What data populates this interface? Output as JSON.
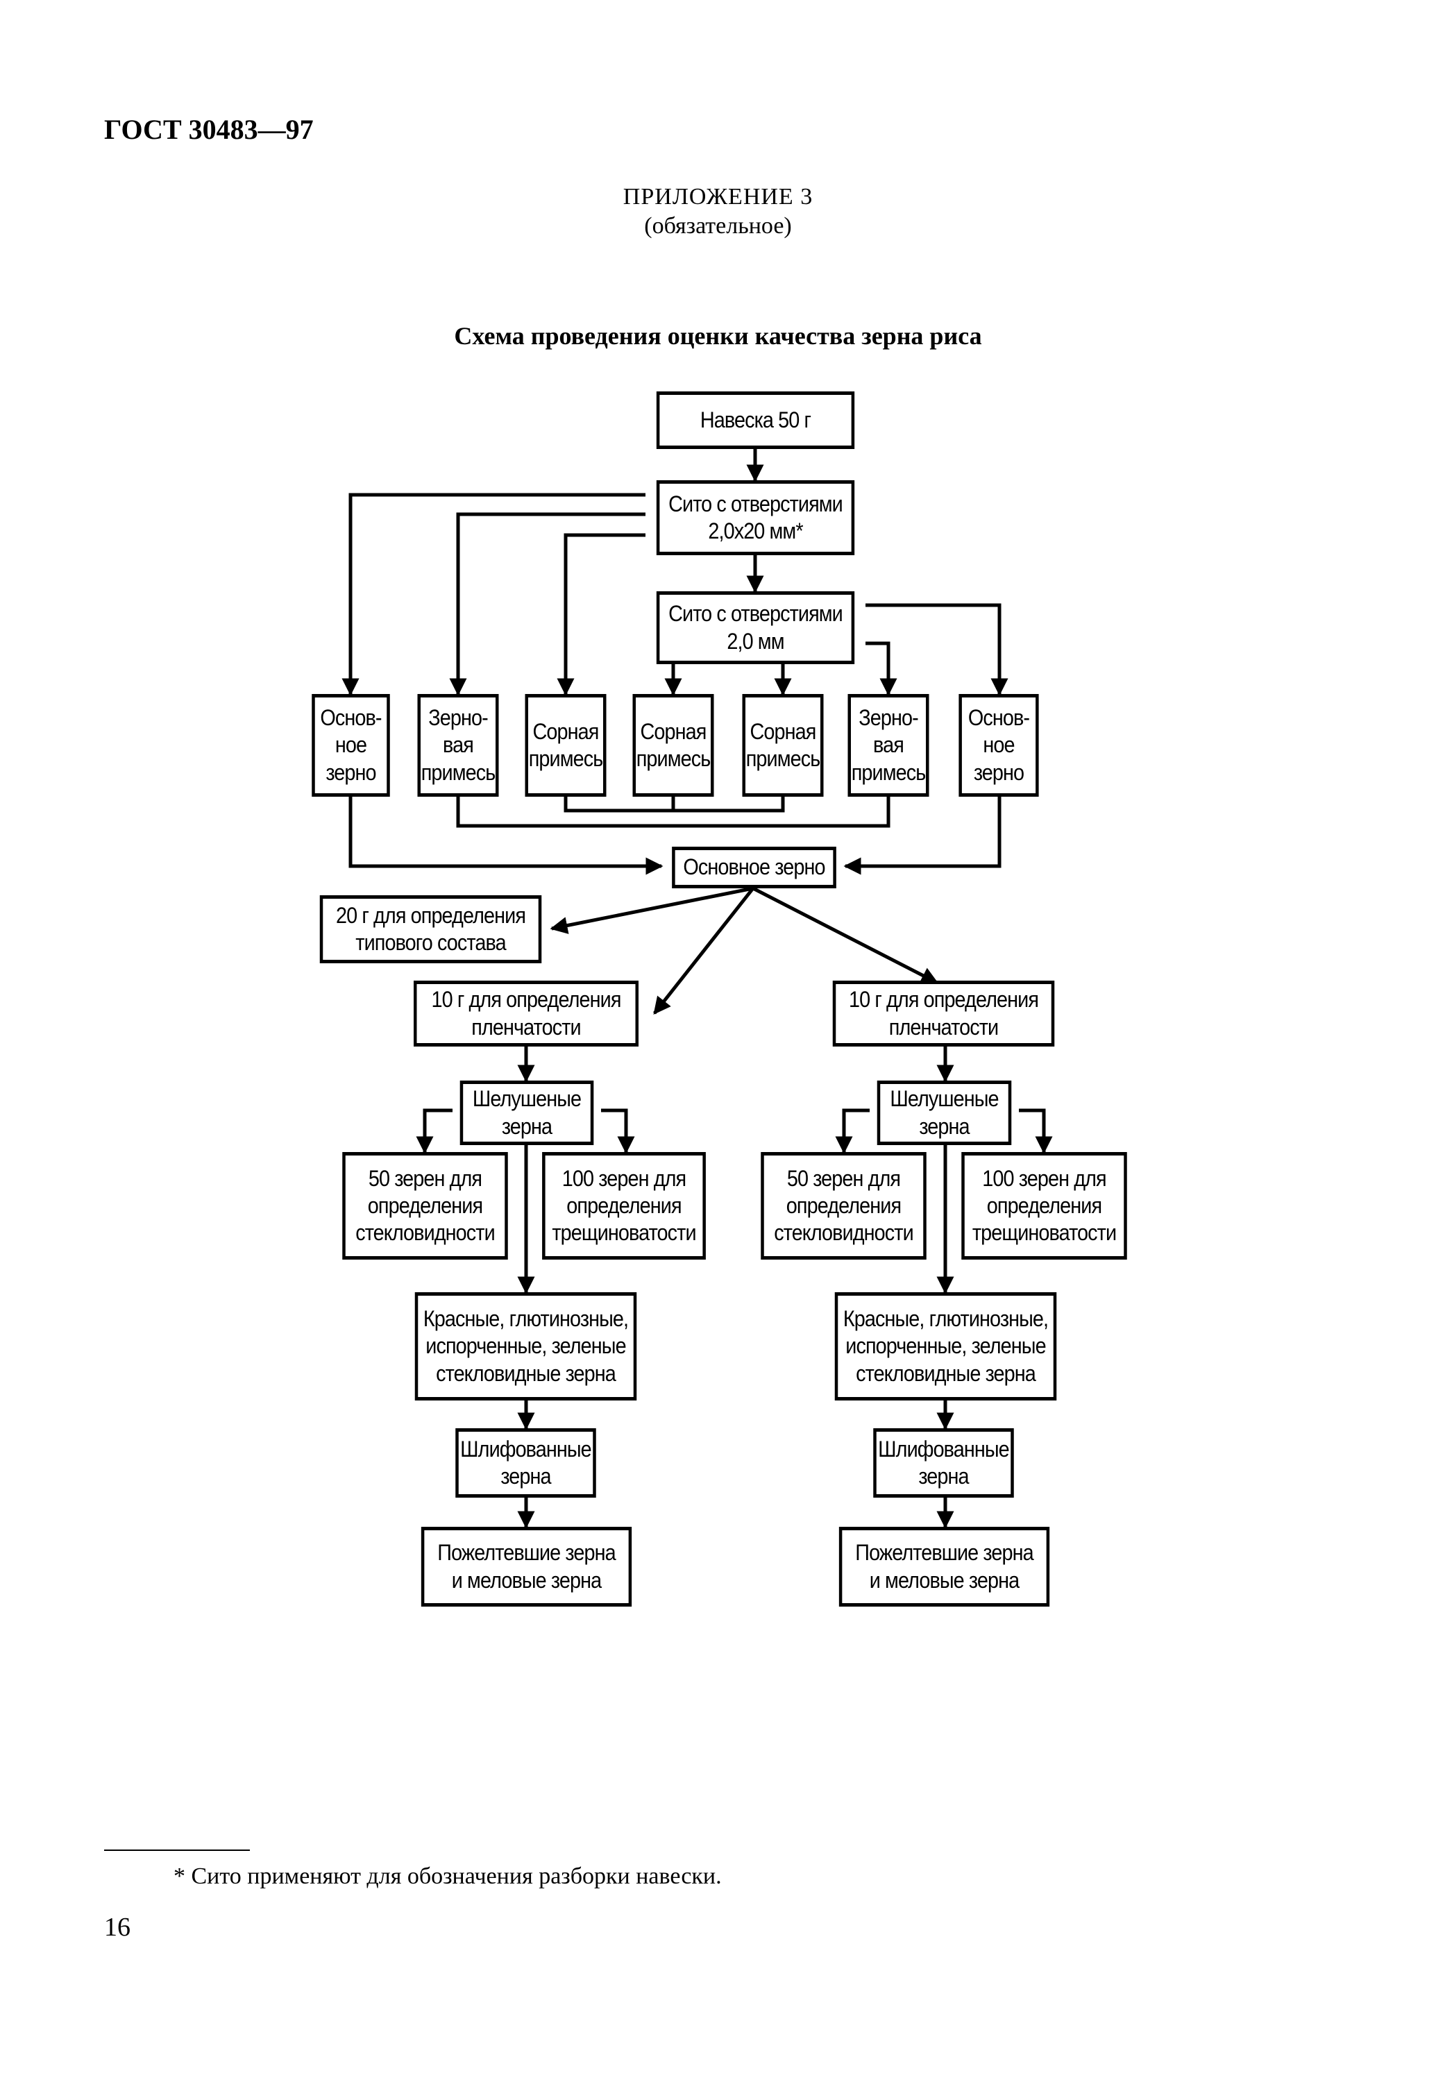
{
  "header": {
    "doc_code": "ГОСТ 30483—97",
    "appendix_title": "ПРИЛОЖЕНИЕ 3",
    "appendix_note": "(обязательное)",
    "scheme_title": "Схема проведения оценки качества зерна риса"
  },
  "scheme": {
    "sample": "Навеска 50 г",
    "sieve_1": "Сито с отверстиями\n2,0х20 мм*",
    "sieve_2": "Сито с отверстиями\n2,0 мм",
    "fractions": [
      "Основ-\nное\nзерно",
      "Зерно-\nвая\nпримесь",
      "Сорная\nпримесь",
      "Сорная\nпримесь",
      "Сорная\nпримесь",
      "Зерно-\nвая\nпримесь",
      "Основ-\nное\nзерно"
    ],
    "main_grain": "Основное зерно",
    "type_composition": "20 г для определения\nтипового состава",
    "branches": [
      {
        "filminess": "10 г для определения\nпленчатости",
        "hulled": "Шелушеные\nзерна",
        "vitreousness": "50 зерен для\nопределения\nстекловидности",
        "fissuring": "100 зерен для\nопределения\nтрещиноватости",
        "defects": "Красные, глютинозные,\nиспорченные, зеленые\nстекловидные зерна",
        "polished": "Шлифованные\nзерна",
        "yellowed": "Пожелтевшие зерна\nи меловые зерна"
      },
      {
        "filminess": "10 г для определения\nпленчатости",
        "hulled": "Шелушеные\nзерна",
        "vitreousness": "50 зерен для\nопределения\nстекловидности",
        "fissuring": "100 зерен для\nопределения\nтрещиноватости",
        "defects": "Красные, глютинозные,\nиспорченные, зеленые\nстекловидные зерна",
        "polished": "Шлифованные\nзерна",
        "yellowed": "Пожелтевшие зерна\nи меловые зерна"
      }
    ]
  },
  "footnote": "* Сито применяют для обозначения разборки навески.",
  "page_number": "16"
}
